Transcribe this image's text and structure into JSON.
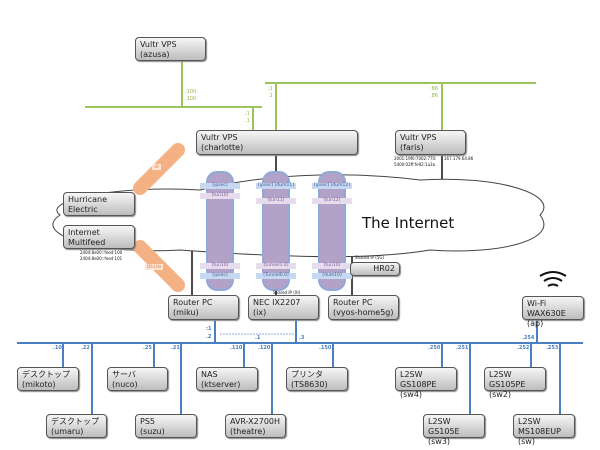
{
  "internet_label": "The Internet",
  "nodes": {
    "azusa": {
      "l1": "Vultr VPS",
      "l2": "(azusa)"
    },
    "charlotte": {
      "l1": "Vultr VPS",
      "l2": "(charlotte)"
    },
    "faris": {
      "l1": "Vultr VPS",
      "l2": "(faris)"
    },
    "he": {
      "l1": "Hurricane",
      "l2": "Electric"
    },
    "mf": {
      "l1": "Internet",
      "l2": "Multifeed"
    },
    "miku": {
      "l1": "Router PC",
      "l2": "(miku)"
    },
    "ix": {
      "l1": "NEC IX2207",
      "l2": "(ix)"
    },
    "vyos": {
      "l1": "Router PC",
      "l2": "(vyos-home5g)"
    },
    "hr02": {
      "l1": "HR02"
    },
    "ap": {
      "l1": "Wi-Fi WAX630E",
      "l2": "(ap)"
    },
    "mikoto": {
      "l1": "デスクトップ",
      "l2": "(mikoto)"
    },
    "umaru": {
      "l1": "デスクトップ",
      "l2": "(umaru)"
    },
    "nuco": {
      "l1": "サーバ",
      "l2": "(nuco)"
    },
    "suzu": {
      "l1": "PS5",
      "l2": "(suzu)"
    },
    "nas": {
      "l1": "NAS",
      "l2": "(ktserver)"
    },
    "theatre": {
      "l1": "AVR-X2700H",
      "l2": "(theatre)"
    },
    "printer": {
      "l1": "プリンタ",
      "l2": "(TS8630)"
    },
    "sw4": {
      "l1": "L2SW GS108PE",
      "l2": "(sw4)"
    },
    "sw3": {
      "l1": "L2SW GS105E",
      "l2": "(sw3)"
    },
    "sw2": {
      "l1": "L2SW GS105PE",
      "l2": "(sw2)"
    },
    "sw": {
      "l1": "L2SW MS108EUP",
      "l2": "(sw)"
    }
  },
  "green_labels": {
    "azusa": [
      ":100",
      ".100"
    ],
    "charlotte1": [
      ":1",
      ".1"
    ],
    "charlotte2": [
      ":1",
      ".1"
    ],
    "faris": [
      ":86",
      ".86"
    ]
  },
  "faris_addr": {
    "v6a": "2001:19f0:7002:770:",
    "v6b": "5400:02ff:fe92:1a3a",
    "v4": "167.179.64.86"
  },
  "mf_addr": [
    "2404:8e00::feed:100",
    "2404:8e00::feed:101"
  ],
  "tunnels_orange": {
    "sit": "sit",
    "dslite": "DS-Lite"
  },
  "tunnels": [
    {
      "top": [
        "[ipsec]",
        "[tun10]"
      ],
      "bottom": [
        "[tun10]",
        "[ipsec]"
      ]
    },
    {
      "top": [
        "[ipsec] [dum11]",
        "[tun11]"
      ],
      "bottom": [
        "[tunnel1.0]",
        "[Tunnel0.0]"
      ]
    },
    {
      "top": [
        "[ipsec] [dum12]",
        "[tun12]"
      ],
      "bottom": [
        "[tun10]",
        "[dum10]"
      ]
    }
  ],
  "shared_ip": {
    "xi": "Shared IP (XI)",
    "5g": "Shared IP (5G)"
  },
  "lan_labels": {
    "miku_a": ":1",
    "miku_b": ".2",
    "ix_link": ".1",
    "ix": ".3",
    "mikoto": ".10",
    "umaru": ".22",
    "nuco": ".25",
    "suzu": ".21",
    "nas": ".110",
    "theatre": ".120",
    "printer": ".150",
    "sw4": ".250",
    "sw3": ".251",
    "sw2": ".252",
    "sw": ".253",
    "ap": ".254"
  },
  "colors": {
    "lan": "#4a7fc1",
    "vps_net": "#9bc45a",
    "tunnel": "#b3a2c7",
    "orange": "#f4b183"
  }
}
